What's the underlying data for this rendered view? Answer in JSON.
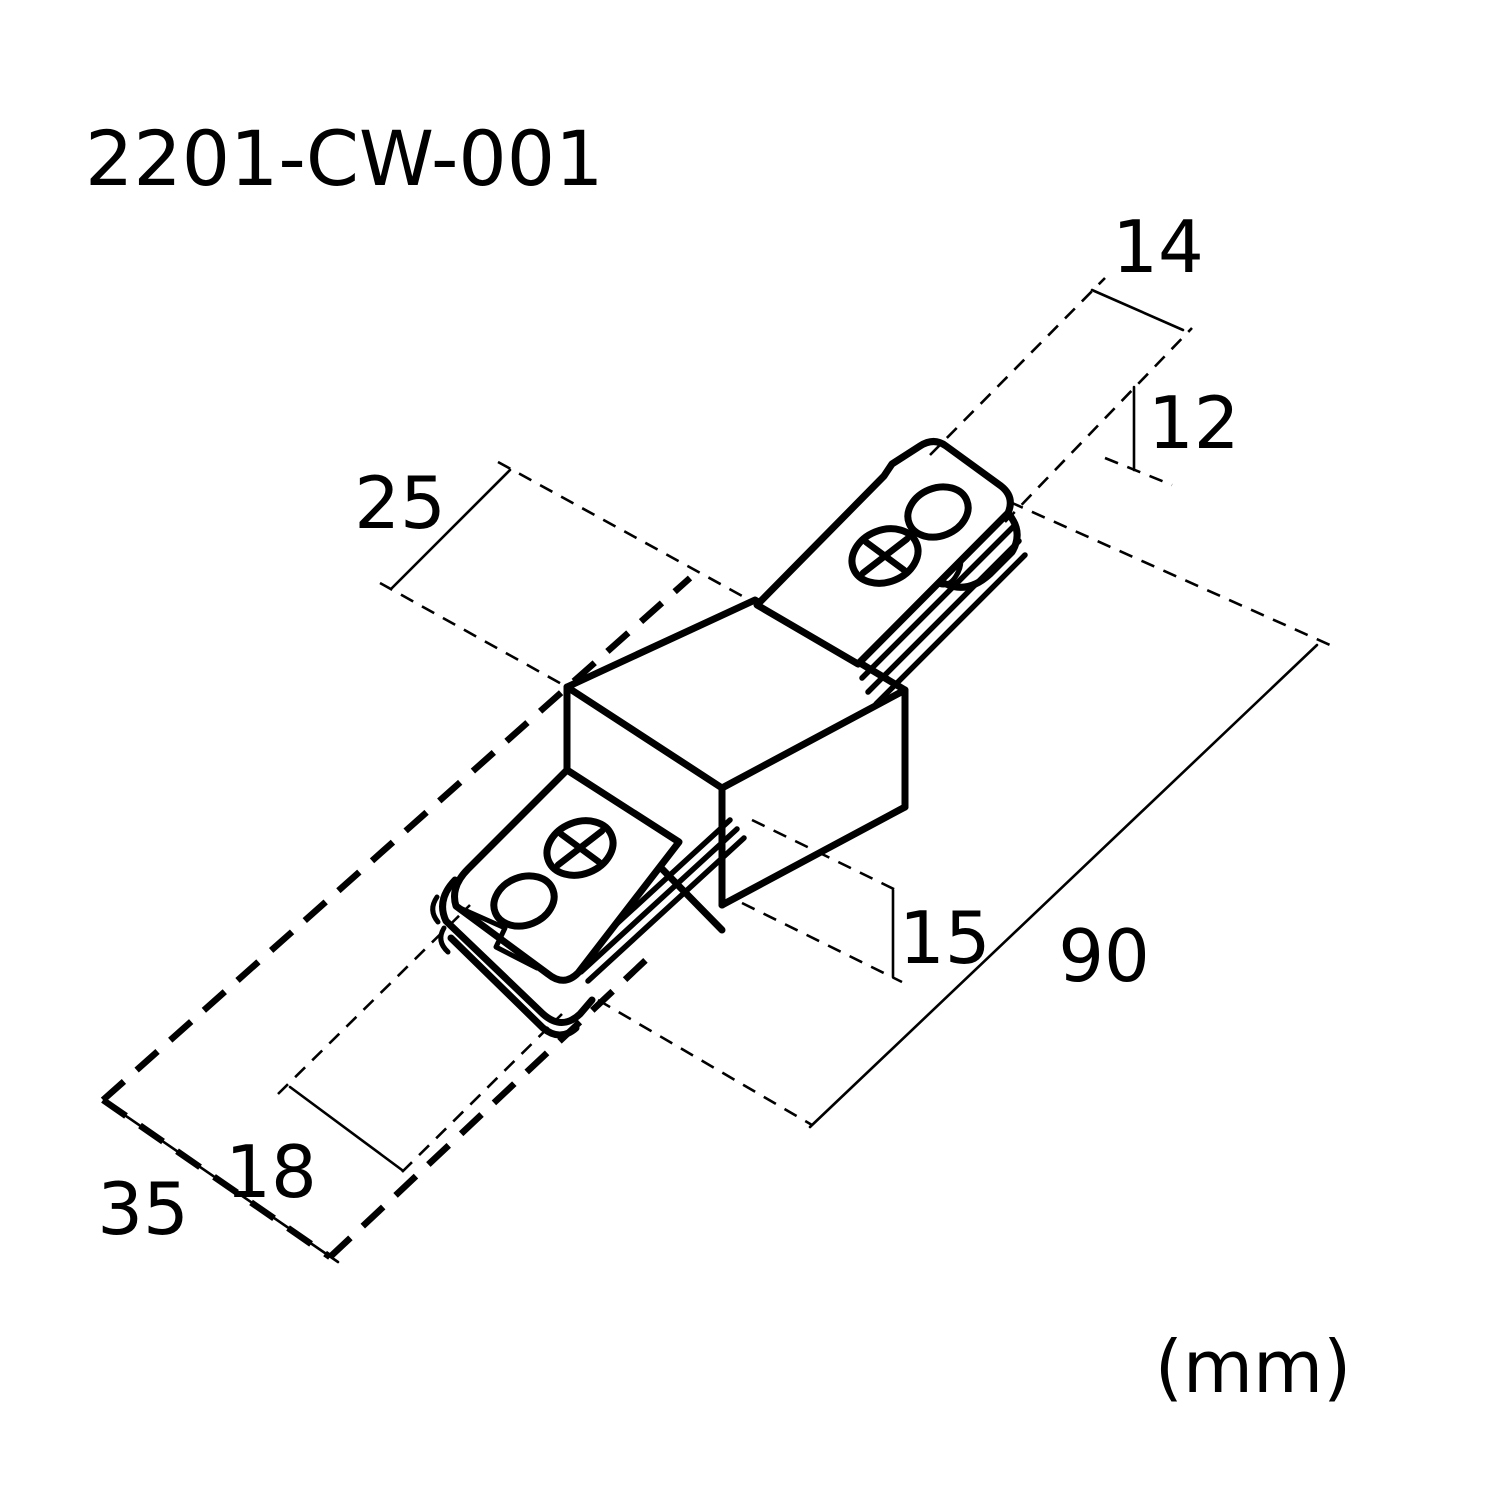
{
  "title": "2201-CW-001",
  "unit_label": "(mm)",
  "dimensions": {
    "end_width": "14",
    "end_height": "12",
    "plate_length": "25",
    "hub_height": "15",
    "total_length": "90",
    "slot_width": "18",
    "track_width": "35"
  },
  "colors": {
    "line": "#000000",
    "background": "#ffffff"
  }
}
